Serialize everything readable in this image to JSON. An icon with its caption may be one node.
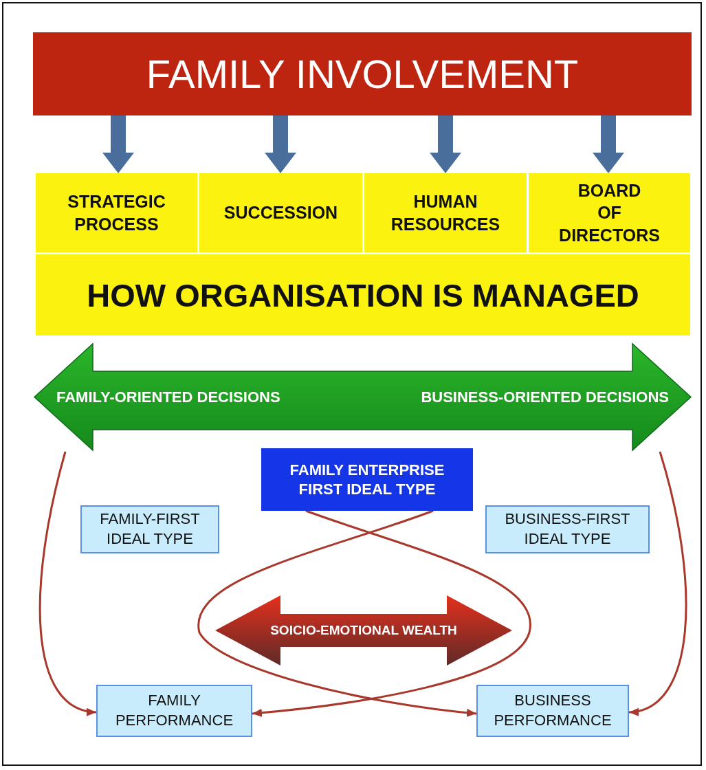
{
  "diagram": {
    "nodes": [
      {
        "text": [
          "FAMILY INVOLVEMENT"
        ]
      },
      {
        "text": [
          "STRATEGIC PROCESS"
        ]
      },
      {
        "text": [
          "SUCCESSION"
        ]
      },
      {
        "text": [
          "HUMAN RESOURCES"
        ]
      },
      {
        "text": [
          "BOARD OF DIRECTORS"
        ]
      },
      {
        "text": [
          "HOW ORGANISATION IS MANAGED"
        ]
      },
      {
        "text": [
          "FAMILY-ORIENTED DECISIONS",
          "BUSINESS-ORIENTED DECISIONS"
        ]
      },
      {
        "text": [
          "FAMILY ENTERPRISE FIRST IDEAL TYPE"
        ]
      },
      {
        "text": [
          "FAMILY-FIRST IDEAL TYPE"
        ]
      },
      {
        "text": [
          "BUSINESS-FIRST IDEAL TYPE"
        ]
      },
      {
        "text": [
          "SOICIO-EMOTIONAL WEALTH"
        ]
      },
      {
        "text": [
          "FAMILY PERFORMANCE"
        ]
      },
      {
        "text": [
          "BUSINESS PERFORMANCE"
        ]
      }
    ],
    "edges": [
      {
        "from": 0,
        "to": 1,
        "arrow": "to",
        "style": "thick",
        "color": "#4a6e9c"
      },
      {
        "from": 0,
        "to": 2,
        "arrow": "to",
        "style": "thick",
        "color": "#4a6e9c"
      },
      {
        "from": 0,
        "to": 3,
        "arrow": "to",
        "style": "thick",
        "color": "#4a6e9c"
      },
      {
        "from": 0,
        "to": 4,
        "arrow": "to",
        "style": "thick",
        "color": "#4a6e9c"
      },
      {
        "from": 6,
        "to": 11,
        "arrow": "to",
        "color": "#a8382c"
      },
      {
        "from": 6,
        "to": 12,
        "arrow": "to",
        "color": "#a8382c"
      },
      {
        "from": 7,
        "to": 11,
        "arrow": "to",
        "color": "#a8382c"
      },
      {
        "from": 7,
        "to": 12,
        "arrow": "to",
        "color": "#a8382c"
      }
    ]
  }
}
